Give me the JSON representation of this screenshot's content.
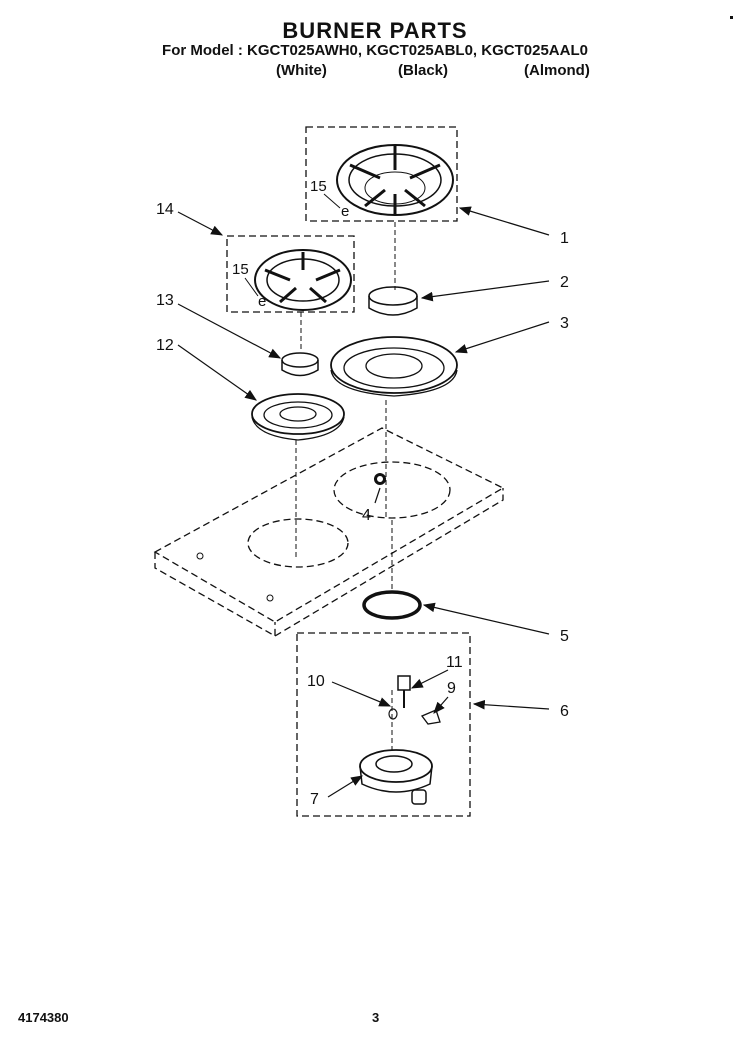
{
  "header": {
    "title": "BURNER PARTS",
    "models": "For Model : KGCT025AWH0, KGCT025ABL0, KGCT025AAL0",
    "variants": [
      "(White)",
      "(Black)",
      "(Almond)"
    ]
  },
  "callouts": [
    "1",
    "2",
    "3",
    "4",
    "5",
    "6",
    "7",
    "9",
    "10",
    "11",
    "12",
    "13",
    "14"
  ],
  "inset_labels": {
    "grate_large_screw": "15",
    "grate_small_screw": "15",
    "large_screw_letter": "e",
    "small_screw_letter": "e"
  },
  "footer": {
    "doc_number": "4174380",
    "page_number": "3"
  }
}
